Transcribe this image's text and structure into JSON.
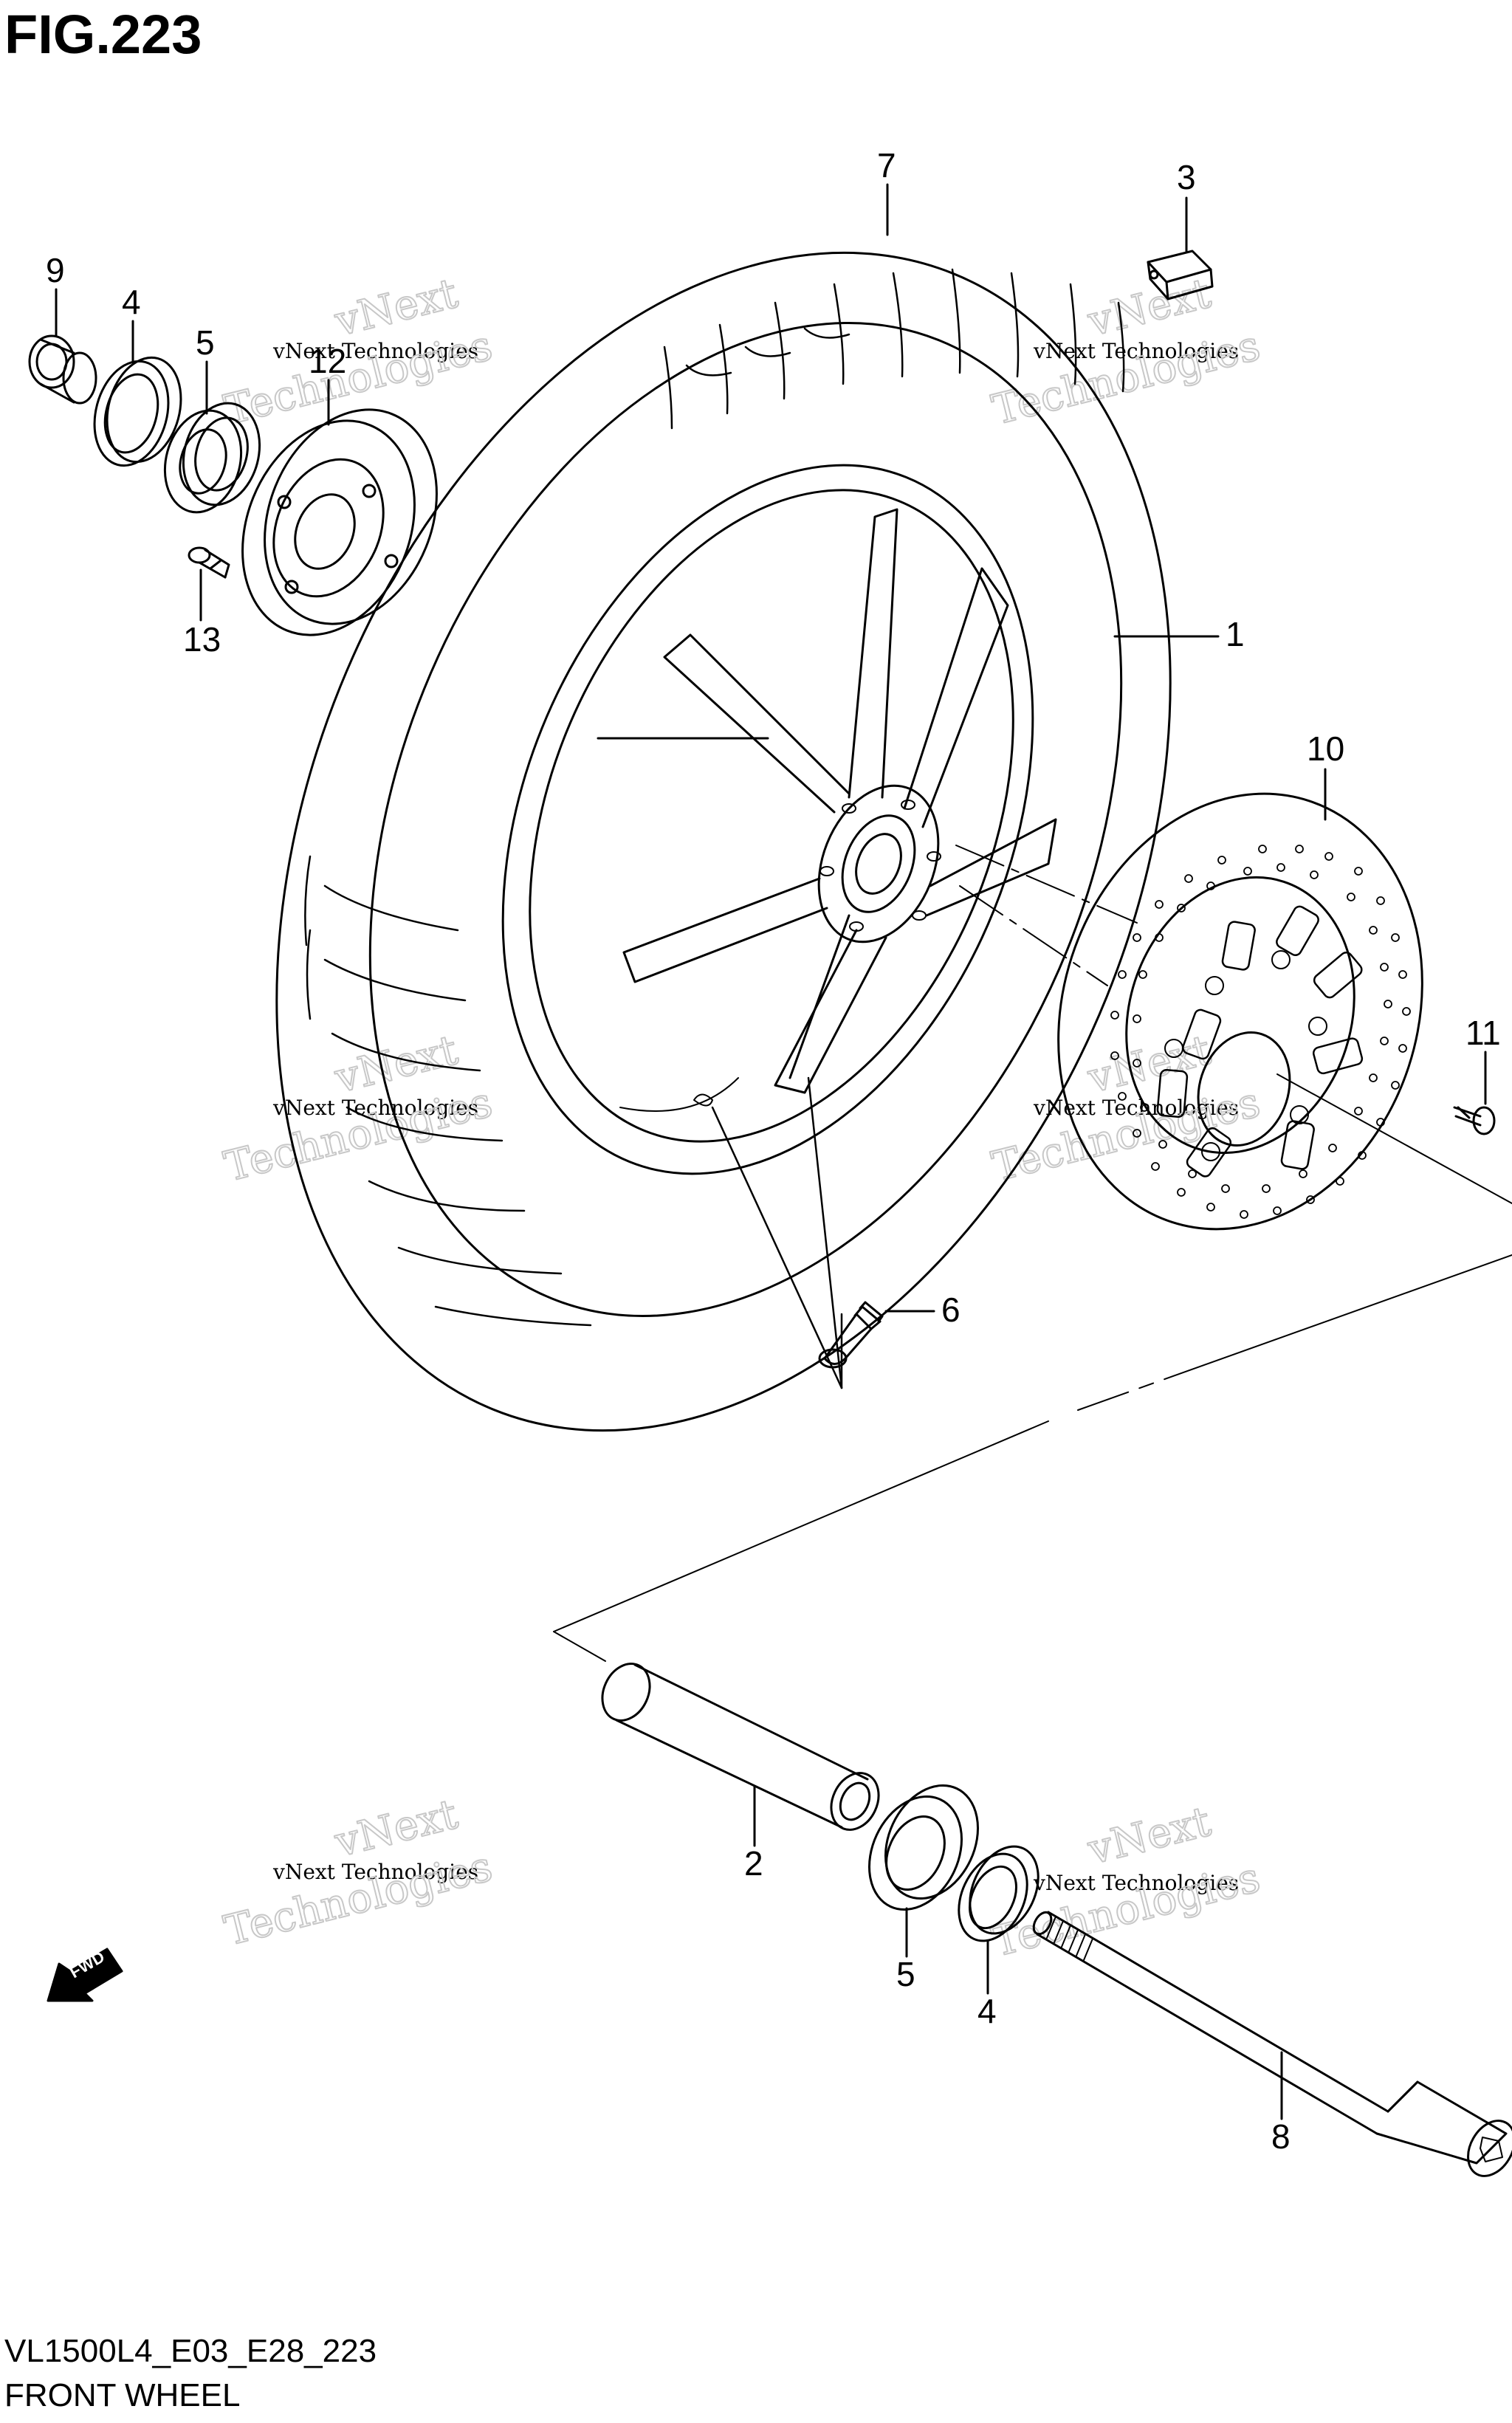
{
  "figure": {
    "title": "FIG.223",
    "code": "VL1500L4_E03_E28_223",
    "name": "FRONT WHEEL"
  },
  "watermark": {
    "line_small": "vNext Technologies",
    "line_big_1": "vNext",
    "line_big_2": "Technologies"
  },
  "fwd_label": "FWD",
  "callouts": {
    "c1": "1",
    "c2": "2",
    "c3": "3",
    "c4a": "4",
    "c4b": "4",
    "c5a": "5",
    "c5b": "5",
    "c6": "6",
    "c7": "7",
    "c8": "8",
    "c9": "9",
    "c10": "10",
    "c11": "11",
    "c12": "12",
    "c13": "13"
  }
}
